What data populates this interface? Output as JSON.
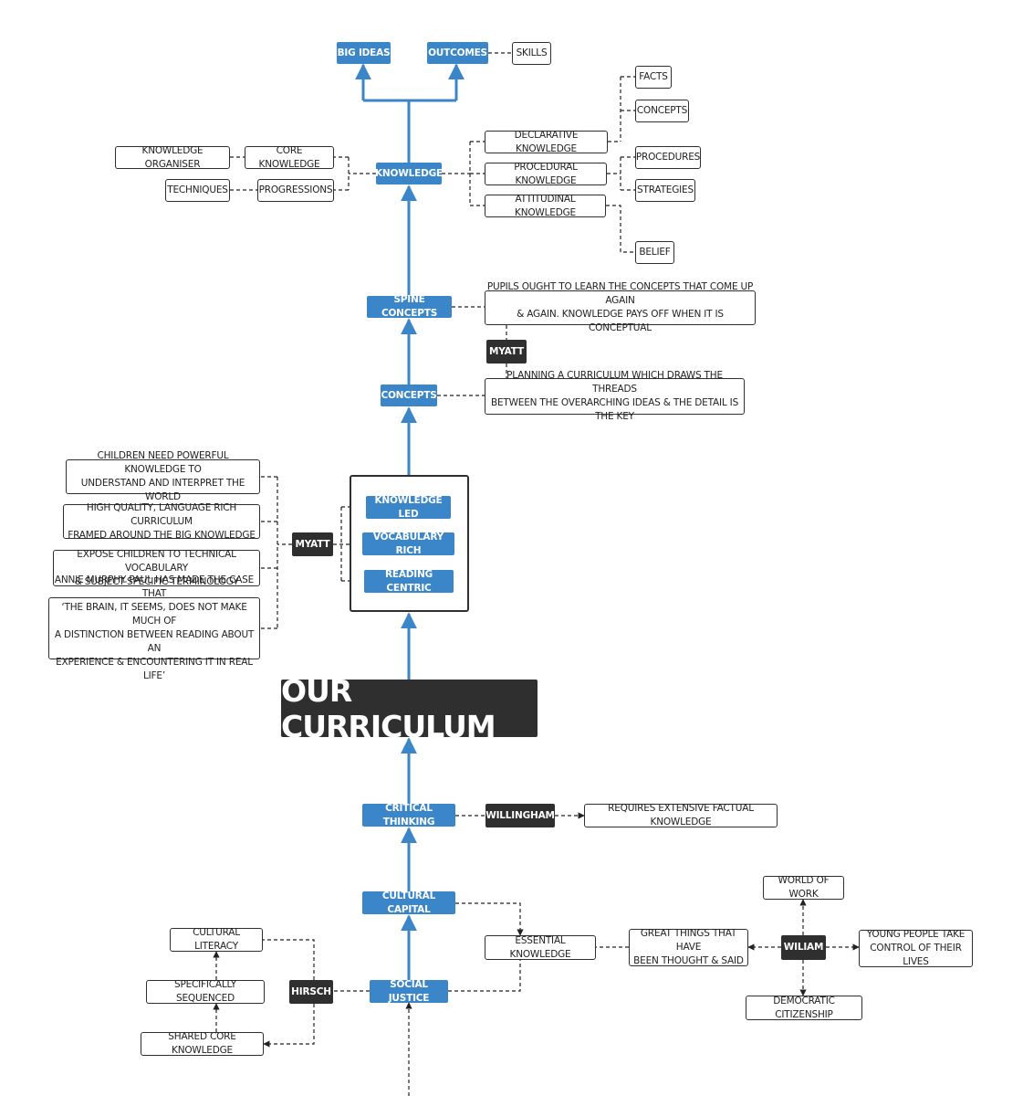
{
  "title": "OUR CURRICULUM",
  "colors": {
    "blue": "#3a86c8",
    "dark": "#2f2f2f",
    "line": "#222222"
  },
  "nodes": {
    "big_ideas": "BIG IDEAS",
    "outcomes": "OUTCOMES",
    "skills": "SKILLS",
    "knowledge": "KNOWLEDGE",
    "knowledge_organiser": "KNOWLEDGE ORGANISER",
    "core_knowledge": "CORE KNOWLEDGE",
    "techniques": "TECHNIQUES",
    "progressions": "PROGRESSIONS",
    "declarative_knowledge": "DECLARATIVE KNOWLEDGE",
    "procedural_knowledge": "PROCEDURAL KNOWLEDGE",
    "attitudinal_knowledge": "ATTITUDINAL KNOWLEDGE",
    "facts": "FACTS",
    "concepts_leaf": "CONCEPTS",
    "procedures": "PROCEDURES",
    "strategies": "STRATEGIES",
    "belief": "BELIEF",
    "spine_concepts": "SPINE CONCEPTS",
    "spine_quote": "PUPILS OUGHT TO LEARN THE CONCEPTS THAT COME UP AGAIN\n& AGAIN. KNOWLEDGE PAYS OFF WHEN IT IS CONCEPTUAL",
    "myatt_top": "MYATT",
    "concepts": "CONCEPTS",
    "concepts_quote": "PLANNING A CURRICULUM WHICH DRAWS THE THREADS\nBETWEEN THE OVERARCHING IDEAS & THE DETAIL IS THE KEY",
    "knowledge_led": "KNOWLEDGE LED",
    "vocabulary_rich": "VOCABULARY RICH",
    "reading_centric": "READING CENTRIC",
    "myatt_mid": "MYATT",
    "quote_powerful": "CHILDREN NEED POWERFUL KNOWLEDGE TO\nUNDERSTAND AND INTERPRET THE WORLD",
    "quote_quality": "HIGH QUALITY, LANGUAGE RICH CURRICULUM\nFRAMED AROUND THE BIG KNOWLEDGE",
    "quote_vocabulary": "EXPOSE CHILDREN TO TECHNICAL VOCABULARY\n& SUBJECT-SPECIFIC TERMINOLOGY",
    "quote_paul": "ANNIE MURPHY PAUL HAS MADE THE CASE THAT\n‘THE BRAIN, IT SEEMS, DOES NOT MAKE MUCH OF\nA DISTINCTION BETWEEN READING ABOUT AN\nEXPERIENCE & ENCOUNTERING IT IN REAL LIFE’",
    "critical_thinking": "CRITICAL THINKING",
    "willingham": "WILLINGHAM",
    "factual_knowledge": "REQUIRES EXTENSIVE FACTUAL KNOWLEDGE",
    "cultural_capital": "CULTURAL CAPITAL",
    "essential_knowledge": "ESSENTIAL KNOWLEDGE",
    "great_things": "GREAT THINGS THAT HAVE\nBEEN THOUGHT & SAID",
    "wiliam": "WILIAM",
    "world_of_work": "WORLD OF WORK",
    "young_people": "YOUNG PEOPLE TAKE\nCONTROL OF THEIR LIVES",
    "democratic_citizenship": "DEMOCRATIC CITIZENSHIP",
    "social_justice": "SOCIAL JUSTICE",
    "hirsch": "HIRSCH",
    "cultural_literacy": "CULTURAL LITERACY",
    "specifically_sequenced": "SPECIFICALLY SEQUENCED",
    "shared_core_knowledge": "SHARED CORE KNOWLEDGE"
  }
}
